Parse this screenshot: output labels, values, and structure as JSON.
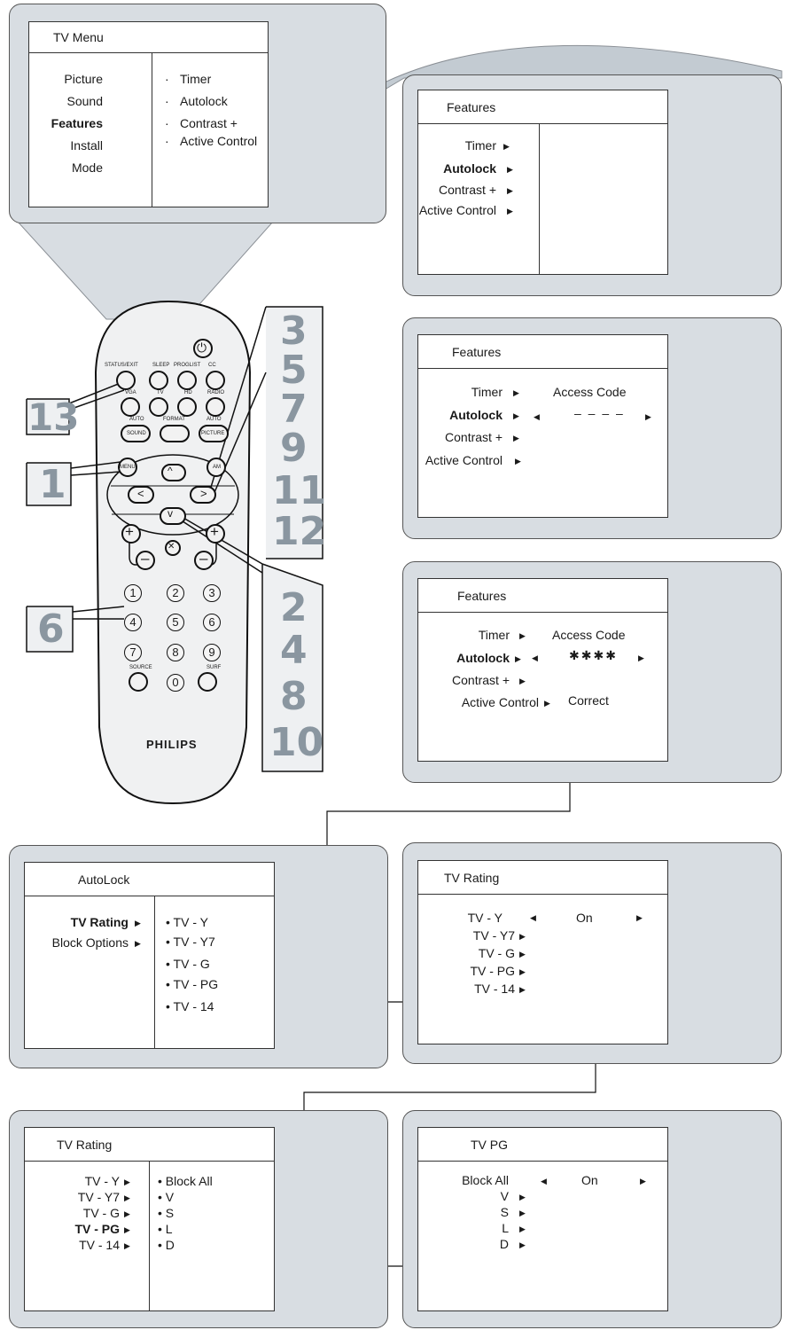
{
  "tv_menu": {
    "title": "TV Menu",
    "items": [
      "Picture",
      "Sound",
      "Features",
      "Install",
      "Mode"
    ],
    "sub_items": [
      "Timer",
      "Autolock",
      "Contrast +",
      "Active Control"
    ]
  },
  "features1": {
    "title": "Features",
    "items": [
      "Timer",
      "Autolock",
      "Contrast +",
      "Active Control"
    ]
  },
  "features2": {
    "title": "Features",
    "items": [
      "Timer",
      "Autolock",
      "Contrast +",
      "Active Control"
    ],
    "access_label": "Access Code",
    "code": "– – – –"
  },
  "features3": {
    "title": "Features",
    "items": [
      "Timer",
      "Autolock",
      "Contrast +",
      "Active Control"
    ],
    "access_label": "Access Code",
    "code": "✱✱✱✱",
    "status": "Correct"
  },
  "autolock": {
    "title": "AutoLock",
    "items": [
      "TV Rating",
      "Block Options"
    ],
    "sub_items": [
      "TV - Y",
      "TV - Y7",
      "TV - G",
      "TV - PG",
      "TV - 14"
    ]
  },
  "tvrating1": {
    "title": "TV Rating",
    "items": [
      "TV - Y",
      "TV - Y7",
      "TV - G",
      "TV - PG",
      "TV - 14"
    ],
    "value": "On"
  },
  "tvrating2": {
    "title": "TV Rating",
    "items": [
      "TV - Y",
      "TV - Y7",
      "TV - G",
      "TV - PG",
      "TV - 14"
    ],
    "sub_items": [
      "Block All",
      "V",
      "S",
      "L",
      "D"
    ]
  },
  "tvpg": {
    "title": "TV PG",
    "items": [
      "Block All",
      "V",
      "S",
      "L",
      "D"
    ],
    "value": "On"
  },
  "remote": {
    "brand": "PHILIPS",
    "labels": {
      "status": "STATUS/EXIT",
      "sleep": "SLEEP",
      "proglist": "PROGLIST",
      "cc": "CC",
      "vga": "VGA",
      "tv": "TV",
      "hd": "HD",
      "radio": "RADIO",
      "auto1": "AUTO",
      "sound": "SOUND",
      "format": "FORMAT",
      "auto2": "AUTO",
      "picture": "PICTURE",
      "menu": "MENU",
      "am": "AM",
      "source": "SOURCE",
      "surf": "SURF"
    },
    "digits": [
      "1",
      "2",
      "3",
      "4",
      "5",
      "6",
      "7",
      "8",
      "9",
      "0"
    ]
  },
  "callouts": {
    "n13": "13",
    "n1": "1",
    "n6": "6",
    "right_top": [
      "3",
      "5",
      "7",
      "9",
      "11",
      "12"
    ],
    "right_bottom": [
      "2",
      "4",
      "8",
      "10"
    ]
  }
}
